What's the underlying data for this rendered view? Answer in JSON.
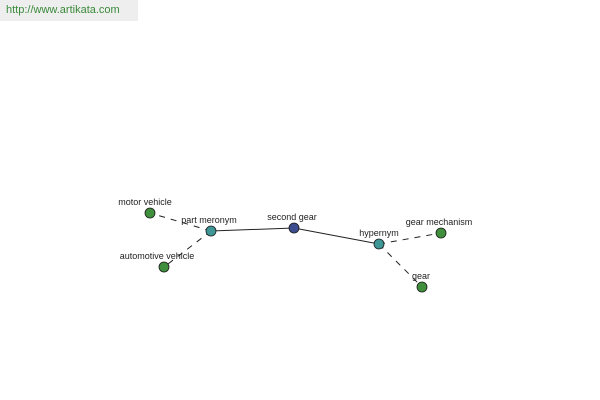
{
  "header": {
    "url_text": "http://www.artikata.com"
  },
  "colors": {
    "link": "#3a8a3a",
    "center_node": "#3b4c8f",
    "relation_node": "#3f9696",
    "leaf_node": "#3f8f3c",
    "edge": "#222222"
  },
  "graph": {
    "nodes": [
      {
        "id": "second-gear",
        "label": "second gear",
        "kind": "center"
      },
      {
        "id": "part-meronym",
        "label": "part meronym",
        "kind": "relation"
      },
      {
        "id": "hypernym",
        "label": "hypernym",
        "kind": "relation"
      },
      {
        "id": "motor-vehicle",
        "label": "motor vehicle",
        "kind": "leaf"
      },
      {
        "id": "automotive-vehicle",
        "label": "automotive vehicle",
        "kind": "leaf"
      },
      {
        "id": "gear-mechanism",
        "label": "gear mechanism",
        "kind": "leaf"
      },
      {
        "id": "gear",
        "label": "gear",
        "kind": "leaf"
      }
    ],
    "edges": [
      {
        "from": "second-gear",
        "to": "part-meronym",
        "style": "solid"
      },
      {
        "from": "second-gear",
        "to": "hypernym",
        "style": "solid"
      },
      {
        "from": "part-meronym",
        "to": "motor-vehicle",
        "style": "dashed"
      },
      {
        "from": "part-meronym",
        "to": "automotive-vehicle",
        "style": "dashed"
      },
      {
        "from": "hypernym",
        "to": "gear-mechanism",
        "style": "dashed"
      },
      {
        "from": "hypernym",
        "to": "gear",
        "style": "dashed"
      }
    ]
  }
}
